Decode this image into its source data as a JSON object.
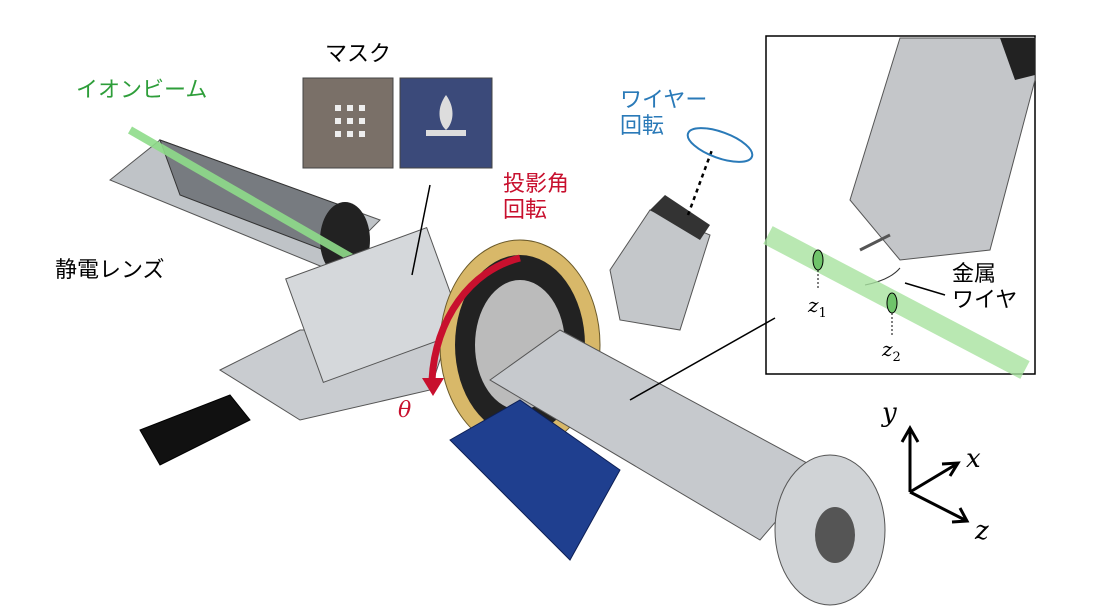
{
  "labels": {
    "ion_beam": "イオンビーム",
    "mask": "マスク",
    "electrostatic_lens": "静電レンズ",
    "projection_rotation_line1": "投影角",
    "projection_rotation_line2": "回転",
    "theta": "θ",
    "wire_rotation_line1": "ワイヤー",
    "wire_rotation_line2": "回転",
    "metal_wire_line1": "金属",
    "metal_wire_line2": "ワイヤ",
    "z1": "z",
    "z1_sub": "1",
    "z2": "z",
    "z2_sub": "2",
    "axis_y": "y",
    "axis_x": "x",
    "axis_z": "z"
  },
  "colors": {
    "ion_beam": "#2e9e3a",
    "projection": "#c8102e",
    "wire": "#2a7ab8",
    "beam_fill": "#9fe09a"
  }
}
